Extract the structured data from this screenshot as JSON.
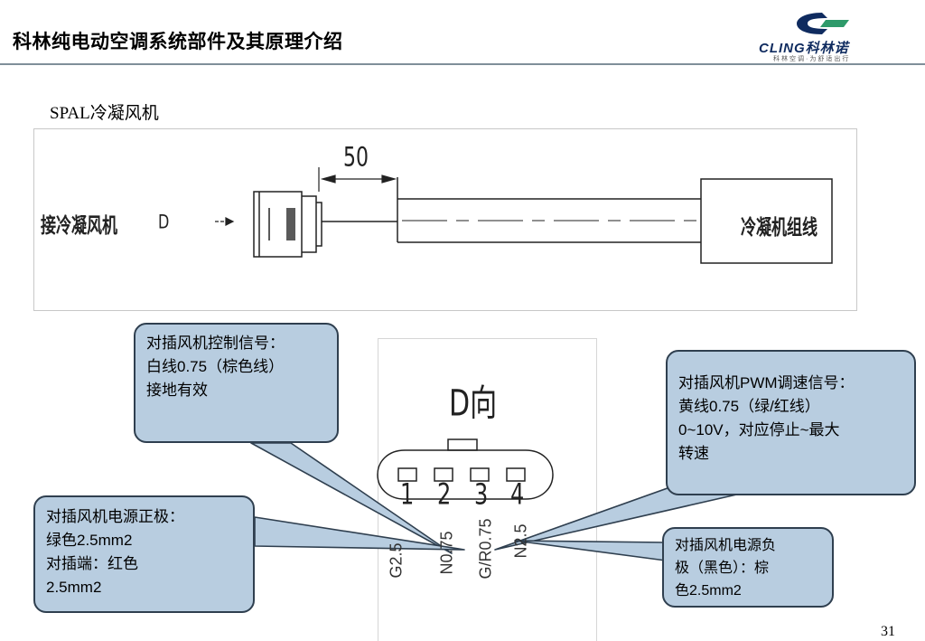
{
  "header": {
    "title": "科林纯电动空调系统部件及其原理介绍",
    "logo_text": "CLING",
    "logo_cn": "科林诺",
    "logo_tagline": "科林空调·为舒适出行"
  },
  "subtitle": "SPAL冷凝风机",
  "drawing": {
    "dimension_label": "50",
    "left_label": "接冷凝风机",
    "direction_marker": "D",
    "right_label": "冷凝机组线",
    "view_label": "D向",
    "pin_numbers": [
      "1",
      "2",
      "3",
      "4"
    ],
    "wire_codes": [
      "G2.5",
      "N0.75",
      "G/R0.75",
      "N2.5"
    ]
  },
  "callouts": {
    "control": [
      "对插风机控制信号：",
      "白线0.75（棕色线）",
      "接地有效"
    ],
    "pwm": [
      "对插风机PWM调速信号：",
      "黄线0.75（绿/红线）",
      "0~10V，对应停止~最大",
      "转速"
    ],
    "positive": [
      "对插风机电源正极：",
      "绿色2.5mm2",
      "对插端：红色",
      "2.5mm2"
    ],
    "negative": [
      "对插风机电源负",
      "极（黑色）：棕",
      "色2.5mm2"
    ]
  },
  "page_number": "31",
  "colors": {
    "callout_fill": "#b8cde0",
    "callout_border": "#2f3f4f",
    "brand_navy": "#0f2b5f",
    "brand_green": "#2e9a6a"
  }
}
